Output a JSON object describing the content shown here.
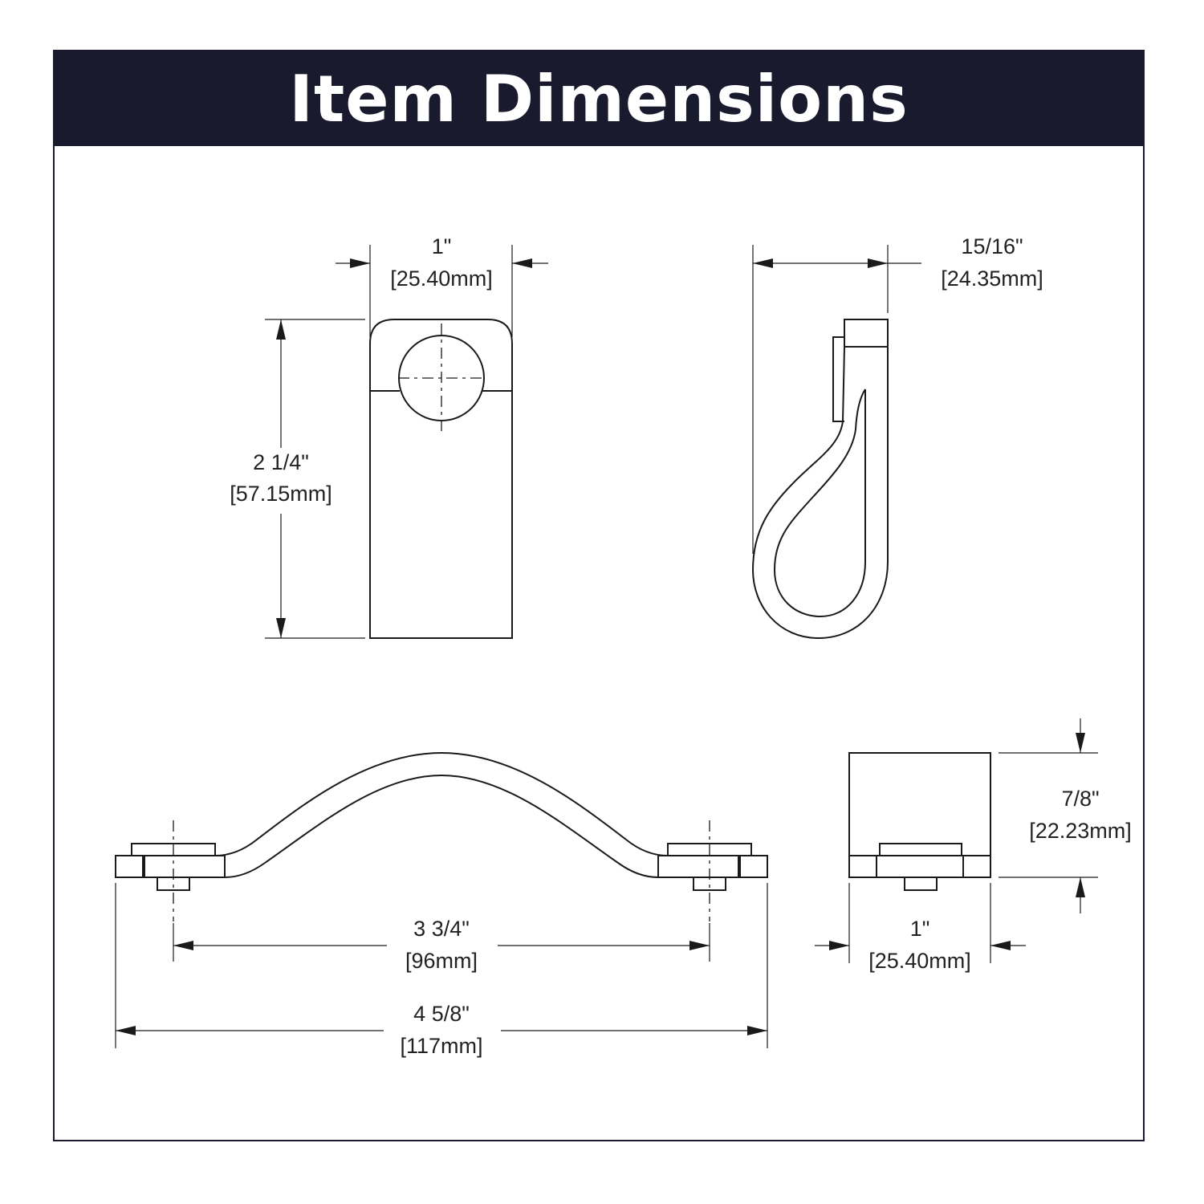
{
  "header": {
    "title": "Item Dimensions",
    "background": "#1a1a2e",
    "text_color": "#ffffff"
  },
  "views": {
    "front": {
      "width_in": "1\"",
      "width_mm": "[25.40mm]",
      "height_in": "2 1/4\"",
      "height_mm": "[57.15mm]"
    },
    "side": {
      "depth_in": "15/16\"",
      "depth_mm": "[24.35mm]"
    },
    "top": {
      "center_in": "3 3/4\"",
      "center_mm": "[96mm]",
      "overall_in": "4 5/8\"",
      "overall_mm": "[117mm]"
    },
    "end": {
      "height_in": "7/8\"",
      "height_mm": "[22.23mm]",
      "width_in": "1\"",
      "width_mm": "[25.40mm]"
    }
  }
}
